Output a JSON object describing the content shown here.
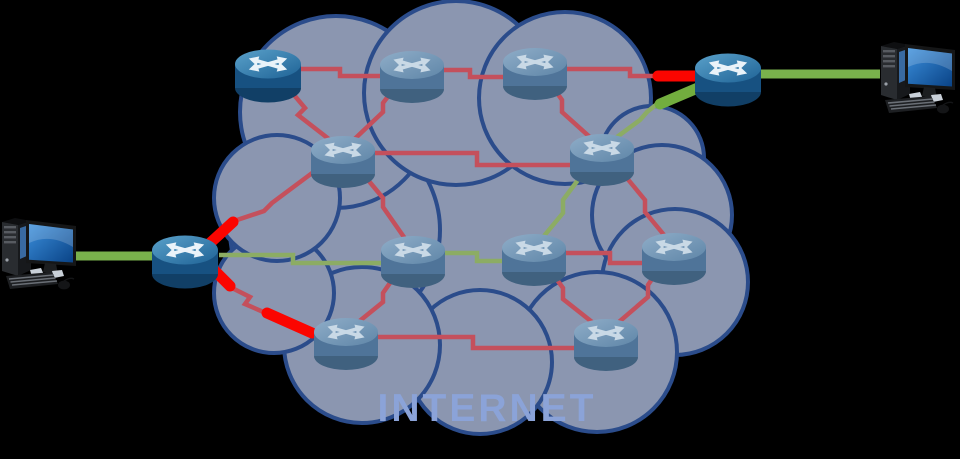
{
  "cloud": {
    "label": "INTERNET",
    "fill_color": "#8b96b0",
    "border_color": "#2b4c8b",
    "label_color": "#8ba3d8"
  },
  "colors": {
    "link_red_inside": "#c4505c",
    "link_red_outside_thick": "#fb0500",
    "link_green_inside": "#8cac64",
    "link_green_outside_thick": "#72ad3e",
    "pc_link_green": "#79b14c",
    "router_light_top": "#7d9cba",
    "router_light_side": "#4f7499",
    "router_dark_top": "#2f7ab2",
    "router_dark_side": "#175181"
  },
  "nodes": {
    "computers": [
      {
        "id": "pc-left",
        "type": "desktop-computer",
        "position": "left"
      },
      {
        "id": "pc-right",
        "type": "desktop-computer",
        "position": "right"
      }
    ],
    "routers": [
      {
        "id": "router-top-left",
        "style": "dark-edge"
      },
      {
        "id": "router-top-middle",
        "style": "light-core"
      },
      {
        "id": "router-top-right",
        "style": "light-core"
      },
      {
        "id": "router-mid-left",
        "style": "light-core"
      },
      {
        "id": "router-mid-right",
        "style": "light-core"
      },
      {
        "id": "router-row3-left",
        "style": "light-core"
      },
      {
        "id": "router-row3-center",
        "style": "light-core"
      },
      {
        "id": "router-row3-right",
        "style": "light-core"
      },
      {
        "id": "router-bottom-left",
        "style": "light-core"
      },
      {
        "id": "router-bottom-right",
        "style": "light-core"
      },
      {
        "id": "router-gateway-left",
        "style": "dark-edge"
      },
      {
        "id": "router-gateway-right",
        "style": "dark-edge"
      }
    ]
  },
  "links": {
    "red": [
      [
        "router-top-left",
        "router-top-middle"
      ],
      [
        "router-top-middle",
        "router-top-right"
      ],
      [
        "router-top-right",
        "router-gateway-right"
      ],
      [
        "router-top-left",
        "router-mid-left"
      ],
      [
        "router-top-middle",
        "router-mid-left"
      ],
      [
        "router-top-right",
        "router-mid-right"
      ],
      [
        "router-mid-left",
        "router-mid-right"
      ],
      [
        "router-mid-left",
        "router-gateway-left"
      ],
      [
        "router-mid-left",
        "router-row3-left"
      ],
      [
        "router-gateway-left",
        "router-bottom-left"
      ],
      [
        "router-row3-center",
        "router-row3-right"
      ],
      [
        "router-mid-right",
        "router-row3-right"
      ],
      [
        "router-row3-center",
        "router-bottom-right"
      ],
      [
        "router-row3-right",
        "router-bottom-right"
      ],
      [
        "router-bottom-left",
        "router-bottom-right"
      ],
      [
        "router-row3-left",
        "router-bottom-left"
      ]
    ],
    "green": [
      [
        "pc-left",
        "router-gateway-left"
      ],
      [
        "router-gateway-left",
        "router-row3-left"
      ],
      [
        "router-row3-left",
        "router-row3-center"
      ],
      [
        "router-mid-right",
        "router-row3-center"
      ],
      [
        "router-mid-right",
        "router-gateway-right"
      ],
      [
        "router-gateway-right",
        "pc-right"
      ]
    ]
  }
}
